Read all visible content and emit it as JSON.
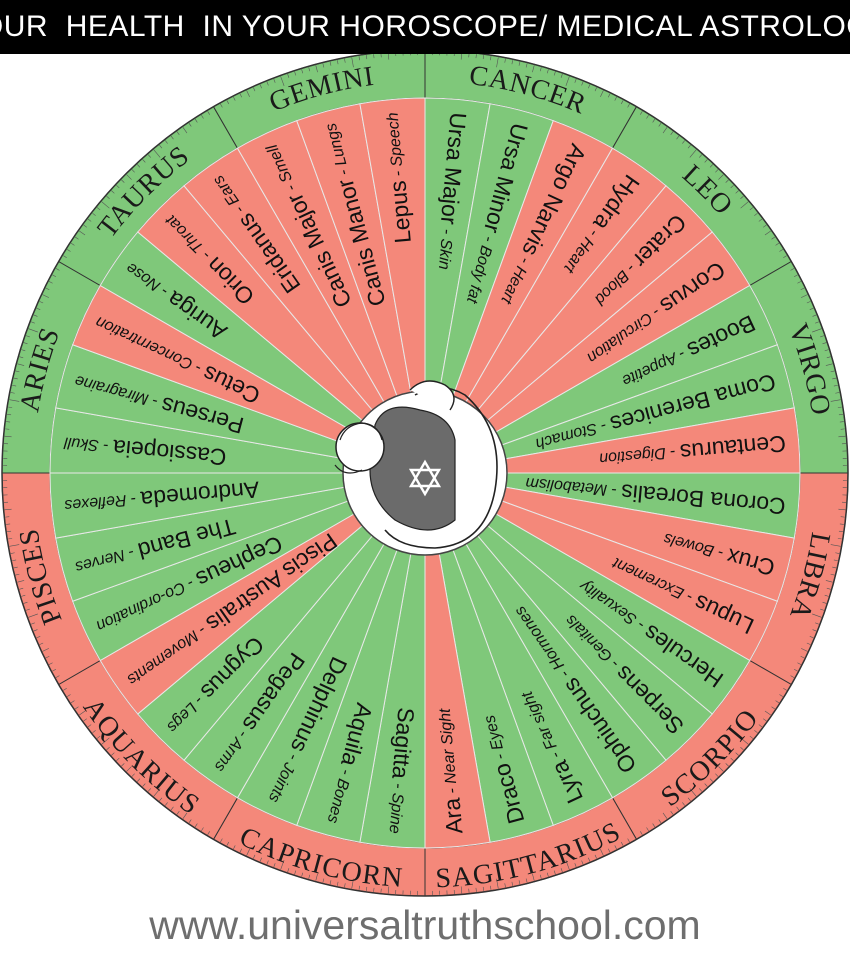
{
  "header": {
    "title": "YOUR  HEALTH  IN YOUR HOROSCOPE/ MEDICAL ASTROLOGY"
  },
  "footer": {
    "url": "www.universaltruthschool.com"
  },
  "colors": {
    "green": "#7fc87a",
    "red": "#f4887a",
    "border": "#333333",
    "title_bg": "#000000"
  },
  "signs": [
    {
      "name": "CANCER",
      "color": "green",
      "flip": false
    },
    {
      "name": "LEO",
      "color": "green",
      "flip": false
    },
    {
      "name": "VIRGO",
      "color": "green",
      "flip": false
    },
    {
      "name": "LIBRA",
      "color": "red",
      "flip": false
    },
    {
      "name": "SCORPIO",
      "color": "red",
      "flip": true
    },
    {
      "name": "SAGITTARIUS",
      "color": "red",
      "flip": true
    },
    {
      "name": "CAPRICORN",
      "color": "red",
      "flip": true
    },
    {
      "name": "AQUARIUS",
      "color": "red",
      "flip": true
    },
    {
      "name": "PISCES",
      "color": "red",
      "flip": false
    },
    {
      "name": "ARIES",
      "color": "green",
      "flip": false
    },
    {
      "name": "TAURUS",
      "color": "green",
      "flip": false
    },
    {
      "name": "GEMINI",
      "color": "green",
      "flip": false
    }
  ],
  "constellations": [
    {
      "name": "Ursa Major",
      "organ": "Skin",
      "color": "green"
    },
    {
      "name": "Ursa Minor",
      "organ": "Body fat",
      "color": "green"
    },
    {
      "name": "Argo Narvis",
      "organ": "Heart",
      "color": "red"
    },
    {
      "name": "Hydra",
      "organ": "Heart",
      "color": "red"
    },
    {
      "name": "Crater",
      "organ": "Blood",
      "color": "red"
    },
    {
      "name": "Corvus",
      "organ": "Circulation",
      "color": "red"
    },
    {
      "name": "Bootes",
      "organ": "Appetite",
      "color": "green"
    },
    {
      "name": "Coma Berenices",
      "organ": "Stomach",
      "color": "green"
    },
    {
      "name": "Centaurus",
      "organ": "Digestion",
      "color": "red"
    },
    {
      "name": "Corona Borealis",
      "organ": "Metabolism",
      "color": "green"
    },
    {
      "name": "Crux",
      "organ": "Bowels",
      "color": "red"
    },
    {
      "name": "Lupus",
      "organ": "Excrement",
      "color": "red"
    },
    {
      "name": "Hercules",
      "organ": "Sexuality",
      "color": "green"
    },
    {
      "name": "Serpens",
      "organ": "Genitals",
      "color": "green"
    },
    {
      "name": "Ophiuchus",
      "organ": "Hormones",
      "color": "green"
    },
    {
      "name": "Lyra",
      "organ": "Far sight",
      "color": "green"
    },
    {
      "name": "Draco",
      "organ": "Eyes",
      "color": "green"
    },
    {
      "name": "Ara",
      "organ": "Near Sight",
      "color": "red"
    },
    {
      "name": "Sagitta",
      "organ": "Spine",
      "color": "green"
    },
    {
      "name": "Aquila",
      "organ": "Bones",
      "color": "green"
    },
    {
      "name": "Delphinus",
      "organ": "Joints",
      "color": "green"
    },
    {
      "name": "Pegasus",
      "organ": "Arms",
      "color": "green"
    },
    {
      "name": "Cygnus",
      "organ": "Legs",
      "color": "green"
    },
    {
      "name": "Piscis Australis",
      "organ": "Movements",
      "color": "red"
    },
    {
      "name": "Cepheus",
      "organ": "Co-ordination",
      "color": "green"
    },
    {
      "name": "The Band",
      "organ": "Nerves",
      "color": "green"
    },
    {
      "name": "Andromeda",
      "organ": "Reflexes",
      "color": "green"
    },
    {
      "name": "Cassiopeia",
      "organ": "Skull",
      "color": "green"
    },
    {
      "name": "Perseus",
      "organ": "Miragraine",
      "color": "green"
    },
    {
      "name": "Cetus",
      "organ": "Concerntration",
      "color": "red"
    },
    {
      "name": "Auriga",
      "organ": "Nose",
      "color": "green"
    },
    {
      "name": "Orion",
      "organ": "Throat",
      "color": "red"
    },
    {
      "name": "Eridanus",
      "organ": "Ears",
      "color": "red"
    },
    {
      "name": "Canis Major",
      "organ": "Smell",
      "color": "red"
    },
    {
      "name": "Canis Manor",
      "organ": "Lungs",
      "color": "red"
    },
    {
      "name": "Lepus",
      "organ": "Speech",
      "color": "red"
    }
  ]
}
